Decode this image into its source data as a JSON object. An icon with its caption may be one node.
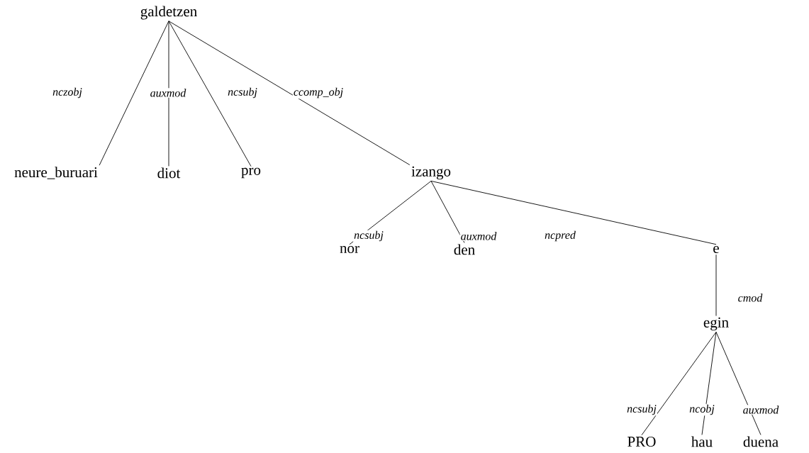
{
  "diagram": {
    "nodes": [
      {
        "text": [
          "galdetzen"
        ]
      },
      {
        "text": [
          "neure_buruari"
        ]
      },
      {
        "text": [
          "diot"
        ]
      },
      {
        "text": [
          "pro"
        ]
      },
      {
        "text": [
          "izango"
        ]
      },
      {
        "text": [
          "nor"
        ]
      },
      {
        "text": [
          "den"
        ]
      },
      {
        "text": [
          "e"
        ]
      },
      {
        "text": [
          "egin"
        ]
      },
      {
        "text": [
          "PRO"
        ]
      },
      {
        "text": [
          "hau"
        ]
      },
      {
        "text": [
          "duena"
        ]
      }
    ],
    "edges": [
      {
        "from": 0,
        "to": 1,
        "arrow": "none",
        "label": "nczobj"
      },
      {
        "from": 0,
        "to": 2,
        "arrow": "none",
        "label": "auxmod"
      },
      {
        "from": 0,
        "to": 3,
        "arrow": "none",
        "label": "ncsubj"
      },
      {
        "from": 0,
        "to": 4,
        "arrow": "none",
        "label": "ccomp_obj"
      },
      {
        "from": 4,
        "to": 5,
        "arrow": "none",
        "label": "ncsubj"
      },
      {
        "from": 4,
        "to": 6,
        "arrow": "none",
        "label": "auxmod"
      },
      {
        "from": 4,
        "to": 7,
        "arrow": "none",
        "label": "ncpred"
      },
      {
        "from": 7,
        "to": 8,
        "arrow": "none",
        "label": "cmod"
      },
      {
        "from": 8,
        "to": 9,
        "arrow": "none",
        "label": "ncsubj"
      },
      {
        "from": 8,
        "to": 10,
        "arrow": "none",
        "label": "ncobj"
      },
      {
        "from": 8,
        "to": 11,
        "arrow": "none",
        "label": "auxmod"
      }
    ]
  }
}
